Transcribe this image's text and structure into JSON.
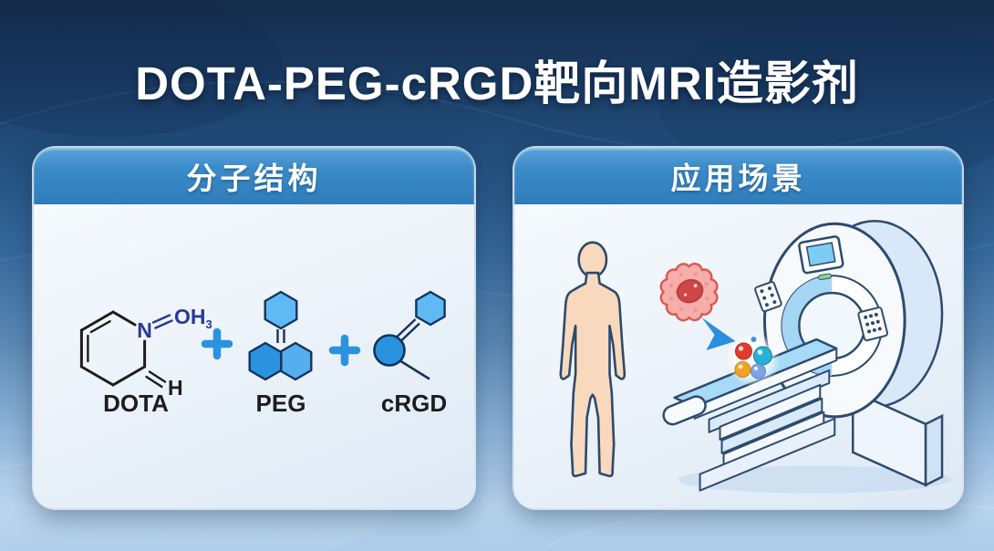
{
  "title": "DOTA-PEG-cRGD靶向MRI造影剂",
  "colors": {
    "accent_blue": "#2a93e0",
    "header_blue": "#3c8cc9",
    "outline_navy": "#2e4a6e",
    "background_top": "#152c4b",
    "background_bottom": "#aecdea",
    "molecule_light_blue": "#5fbaf3",
    "molecule_dark_blue": "#2a93e0",
    "cell_pink": "#f5aeaa",
    "cell_nucleus_red": "#d04545",
    "skin": "#f9d9bd"
  },
  "panels": {
    "left": {
      "header": "分子结构",
      "plus": "+",
      "molecules": [
        {
          "name": "DOTA",
          "type": "chemical-ring",
          "atoms": {
            "n": "N",
            "oh": "OH",
            "oh_subscript": "3",
            "h": "H"
          }
        },
        {
          "name": "PEG",
          "type": "hexagon-cluster"
        },
        {
          "name": "cRGD",
          "type": "circle-hexagon"
        }
      ]
    },
    "right": {
      "header": "应用场景",
      "icons": [
        "human-figure-icon",
        "tumor-cell-icon",
        "targeting-arrow-icon",
        "contrast-agent-particles-icon",
        "mri-scanner-icon"
      ]
    }
  }
}
